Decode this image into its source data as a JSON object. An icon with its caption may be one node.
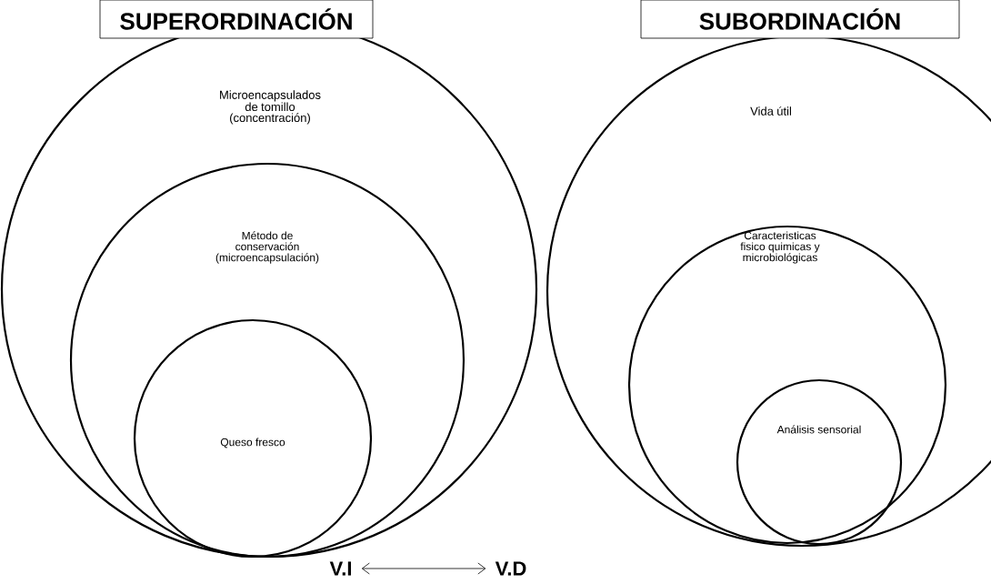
{
  "diagram": {
    "nodes": [
      {
        "text": [
          "SUPERORDINACIÓN"
        ]
      },
      {
        "text": [
          "Microencapsulados de tomillo (concentración)"
        ]
      },
      {
        "text": [
          "Método de conservación (microencapsulación)"
        ],
        "in": 1
      },
      {
        "text": [
          "Queso fresco"
        ],
        "in": 2
      },
      {
        "text": [
          "SUBORDINACIÓN"
        ]
      },
      {
        "text": [
          "Vida útil"
        ]
      },
      {
        "text": [
          "Caracteristicas fisico quimicas y microbiológicas"
        ],
        "in": 5
      },
      {
        "text": [
          "Análisis sensorial"
        ],
        "in": 6
      },
      {
        "text": [
          "V.I"
        ]
      },
      {
        "text": [
          "V.D"
        ]
      }
    ],
    "edges": [
      {
        "from": 8,
        "to": 9,
        "arrow": "both"
      }
    ]
  }
}
